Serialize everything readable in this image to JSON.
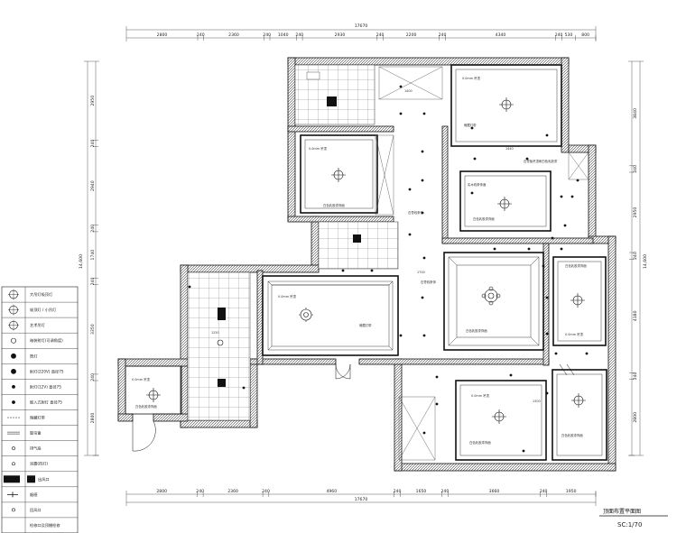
{
  "drawing": {
    "title": "顶面布置平面图",
    "scale": "SC:1/70"
  },
  "dims": {
    "top_total": "17670",
    "top_segments": [
      "2800",
      "240",
      "2360",
      "240",
      "1040",
      "240",
      "2930",
      "240",
      "2200",
      "240",
      "4340",
      "240",
      "530",
      "800"
    ],
    "bottom_total": "17670",
    "bottom_segments": [
      "2800",
      "240",
      "2360",
      "240",
      "4960",
      "240",
      "1650",
      "240",
      "3660",
      "240",
      "1950"
    ],
    "left_total": "14,600",
    "left_segments": [
      "2950",
      "240",
      "2940",
      "240",
      "1740",
      "240",
      "3350",
      "240",
      "2800"
    ],
    "right_total": "14,600",
    "right_segments": [
      "3840",
      "240",
      "2950",
      "240",
      "4180",
      "240",
      "2800"
    ],
    "inner": [
      "1400",
      "1440",
      "1700",
      "1250",
      "1300"
    ]
  },
  "room_notes": [
    "0.0mm 吊顶",
    "暗藏灯带",
    "石膏线条饰",
    "白色乳胶漆饰面",
    "实木线条饰面",
    "石膏板吊顶刷白色乳胶漆"
  ],
  "legend": [
    {
      "icon": "ceiling-light-icon",
      "label": "大吊灯吸顶灯"
    },
    {
      "icon": "pendant-light-icon",
      "label": "吸顶灯 / 小吊灯"
    },
    {
      "icon": "downlight-icon",
      "label": "艺术吊灯"
    },
    {
      "icon": "spotlight-icon",
      "label": "暗装射灯(可调角度)"
    },
    {
      "icon": "recessed-light-icon",
      "label": "筒灯"
    },
    {
      "icon": "dot-light-icon",
      "label": "射灯(220V) 直径75"
    },
    {
      "icon": "small-dot-icon",
      "label": "射灯(12V) 直径75"
    },
    {
      "icon": "mini-dot-icon",
      "label": "嵌入式射灯 直径75"
    },
    {
      "icon": "strip-light-icon",
      "label": "暗藏灯带"
    },
    {
      "icon": "curtain-box-icon",
      "label": "窗帘盒"
    },
    {
      "icon": "exhaust-fan-icon",
      "label": "排气扇"
    },
    {
      "icon": "bath-heater-icon",
      "label": "浴霸(四灯)"
    },
    {
      "icon": "air-vent-icon",
      "label": "出风口"
    },
    {
      "icon": "smoke-detector-icon",
      "label": "烟感"
    },
    {
      "icon": "return-vent-icon",
      "label": "回风口"
    },
    {
      "icon": "door-icon",
      "label": "检修口及顶棚检修"
    }
  ]
}
